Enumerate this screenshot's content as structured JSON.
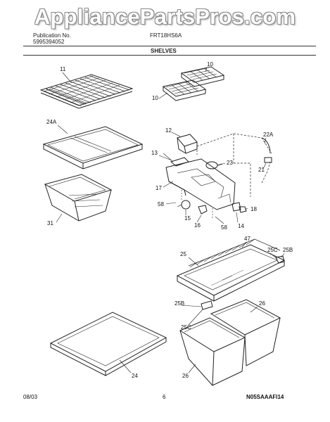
{
  "watermark": "AppliancePartsPros.com",
  "header": {
    "publication_label": "Publication No.",
    "publication_number": "5995394052",
    "model": "FRT18HS6A",
    "section_title": "SHELVES"
  },
  "footer": {
    "date": "08/03",
    "page": "6",
    "diagram_code": "N05SAAAFI14"
  },
  "part_callouts": [
    "11",
    "10",
    "10",
    "24A",
    "12",
    "22A",
    "13",
    "23",
    "21",
    "17",
    "58",
    "15",
    "16",
    "58",
    "14",
    "18",
    "31",
    "25",
    "47",
    "25C",
    "25B",
    "25B",
    "26",
    "25C",
    "26",
    "24"
  ]
}
